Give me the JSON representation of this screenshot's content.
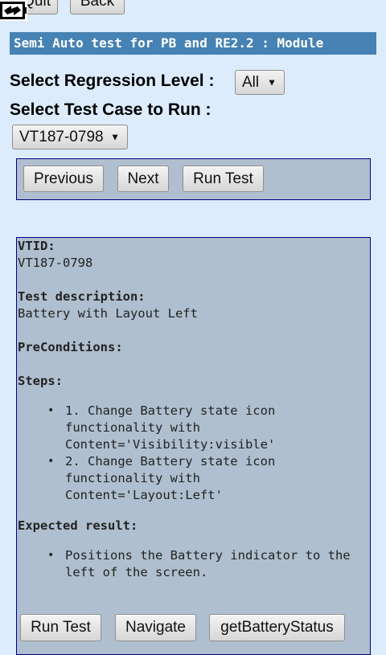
{
  "top": {
    "quit_label": "Quit",
    "back_label": "Back"
  },
  "title": "Semi Auto test for PB and RE2.2 : Module",
  "regression": {
    "label": "Select Regression Level :",
    "selected": "All"
  },
  "testcase": {
    "label": "Select Test Case to Run :",
    "selected": "VT187-0798"
  },
  "nav": {
    "previous_label": "Previous",
    "next_label": "Next",
    "run_label": "Run Test"
  },
  "details": {
    "vtid_label": "VTID:",
    "vtid_value": "VT187-0798",
    "desc_label": "Test description:",
    "desc_value": "Battery with Layout Left",
    "pre_label": "PreConditions:",
    "steps_label": "Steps:",
    "steps": [
      "1. Change Battery state icon\nfunctionality with\nContent='Visibility:visible'",
      "2. Change Battery state icon\nfunctionality with\nContent='Layout:Left'"
    ],
    "expected_label": "Expected result:",
    "expected": [
      "Positions the Battery indicator to the\nleft of the screen."
    ]
  },
  "actions": {
    "run_label": "Run Test",
    "navigate_label": "Navigate",
    "battery_label": "getBatteryStatus"
  },
  "colors": {
    "background": "#dcecfc",
    "title_bar": "#4682b4",
    "panel": "#afbfcf",
    "panel_border": "#000080"
  }
}
